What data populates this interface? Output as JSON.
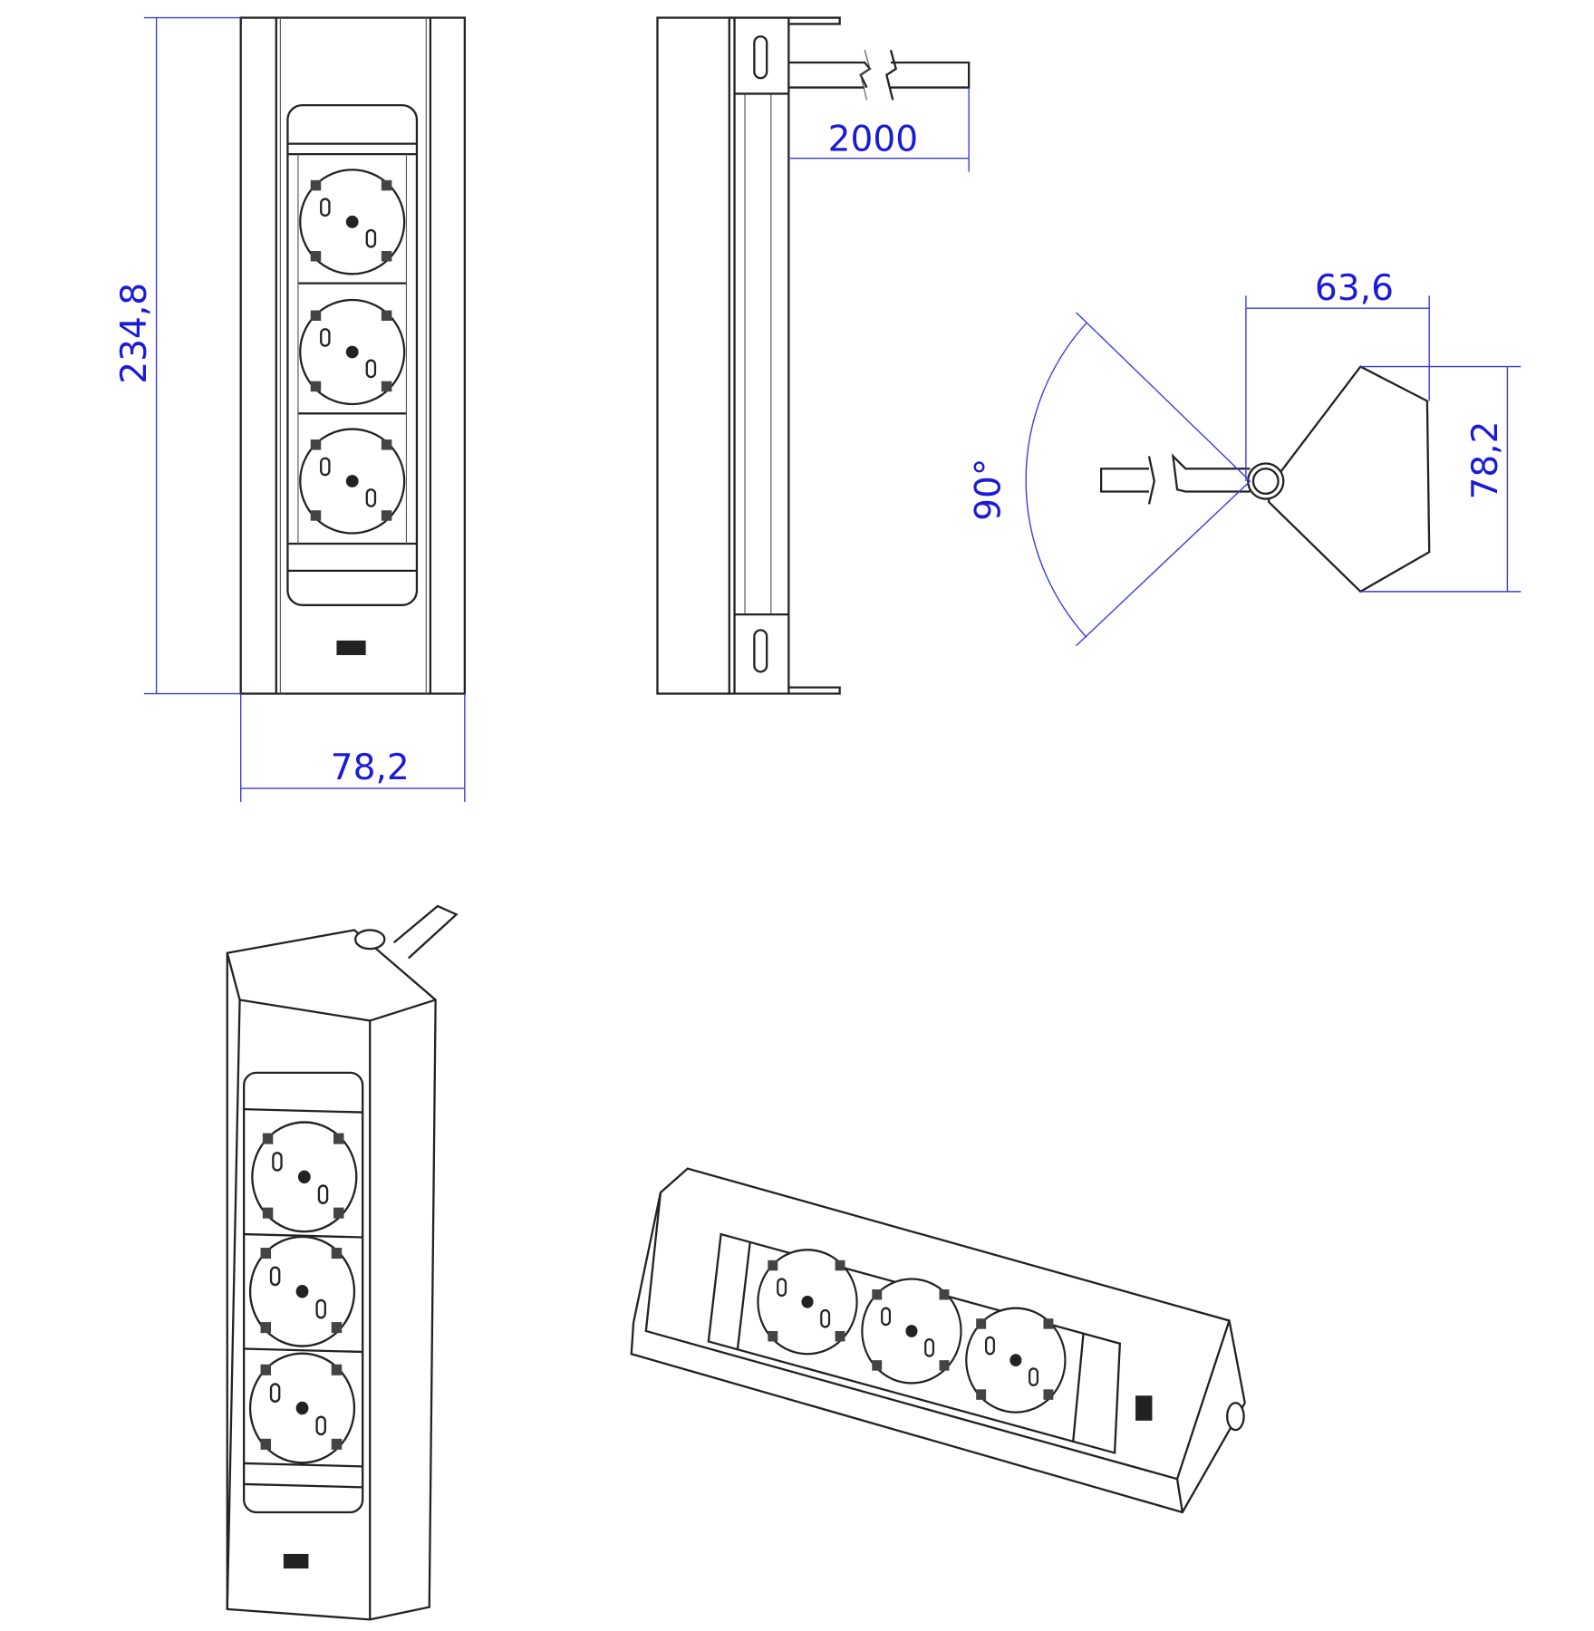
{
  "drawing": {
    "front_view": {
      "height_label": "234,8",
      "width_label": "78,2"
    },
    "side_view": {
      "cable_length_label": "2000"
    },
    "top_view": {
      "depth_label": "63,6",
      "width_label": "78,2",
      "angle_label": "90°"
    },
    "socket_count": 3,
    "colors": {
      "dimension": "#1a1ad8",
      "outline": "#222222"
    }
  }
}
